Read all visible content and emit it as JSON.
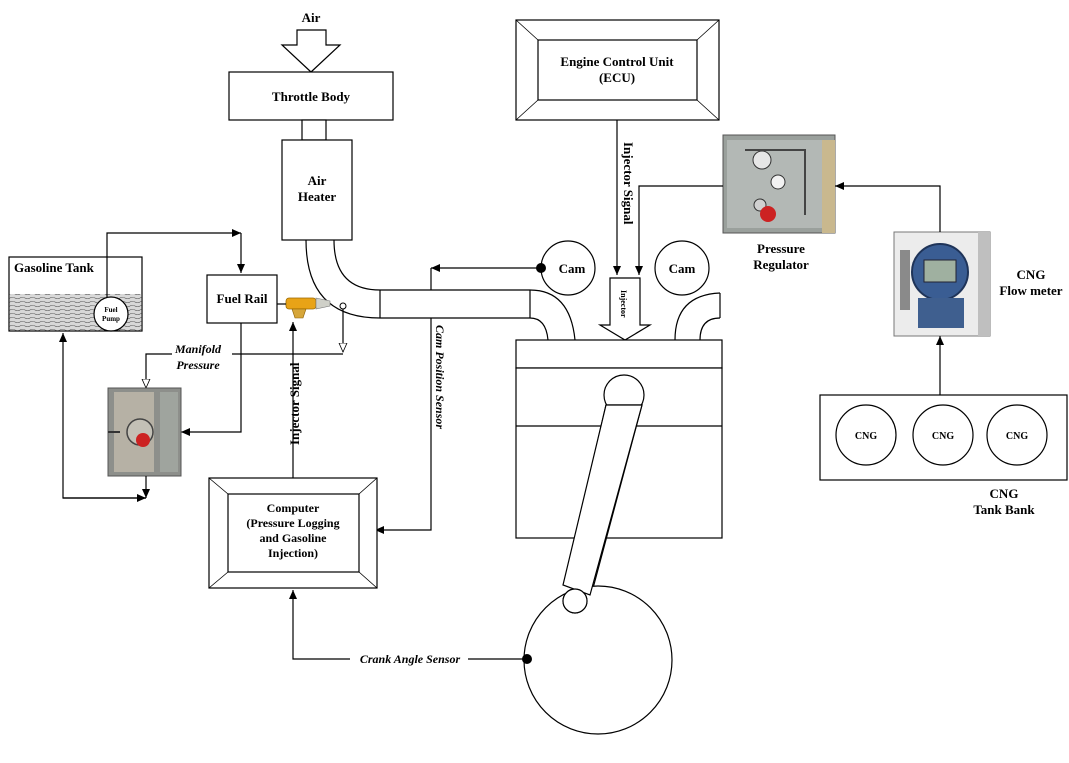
{
  "labels": {
    "air": "Air",
    "throttle_body": "Throttle Body",
    "air_heater_1": "Air",
    "air_heater_2": "Heater",
    "ecu_1": "Engine Control Unit",
    "ecu_2": "(ECU)",
    "injector_signal_top": "Injector Signal",
    "injector": "Injector",
    "pressure_regulator_1": "Pressure",
    "pressure_regulator_2": "Regulator",
    "cng_flow_1": "CNG",
    "cng_flow_2": "Flow meter",
    "cam_1": "Cam",
    "cam_2": "Cam",
    "gasoline_tank": "Gasoline Tank",
    "fuel_pump_1": "Fuel",
    "fuel_pump_2": "Pump",
    "fuel_rail": "Fuel Rail",
    "manifold_pressure_1": "Manifold",
    "manifold_pressure_2": "Pressure",
    "injector_signal_left": "Injector Signal",
    "cam_position_sensor": "Cam Position Sensor",
    "computer_1": "Computer",
    "computer_2": "(Pressure Logging",
    "computer_3": "and Gasoline",
    "computer_4": "Injection)",
    "crank_angle_sensor": "Crank Angle Sensor",
    "cng_1": "CNG",
    "cng_2": "CNG",
    "cng_3": "CNG",
    "cng_bank_1": "CNG",
    "cng_bank_2": "Tank Bank"
  }
}
